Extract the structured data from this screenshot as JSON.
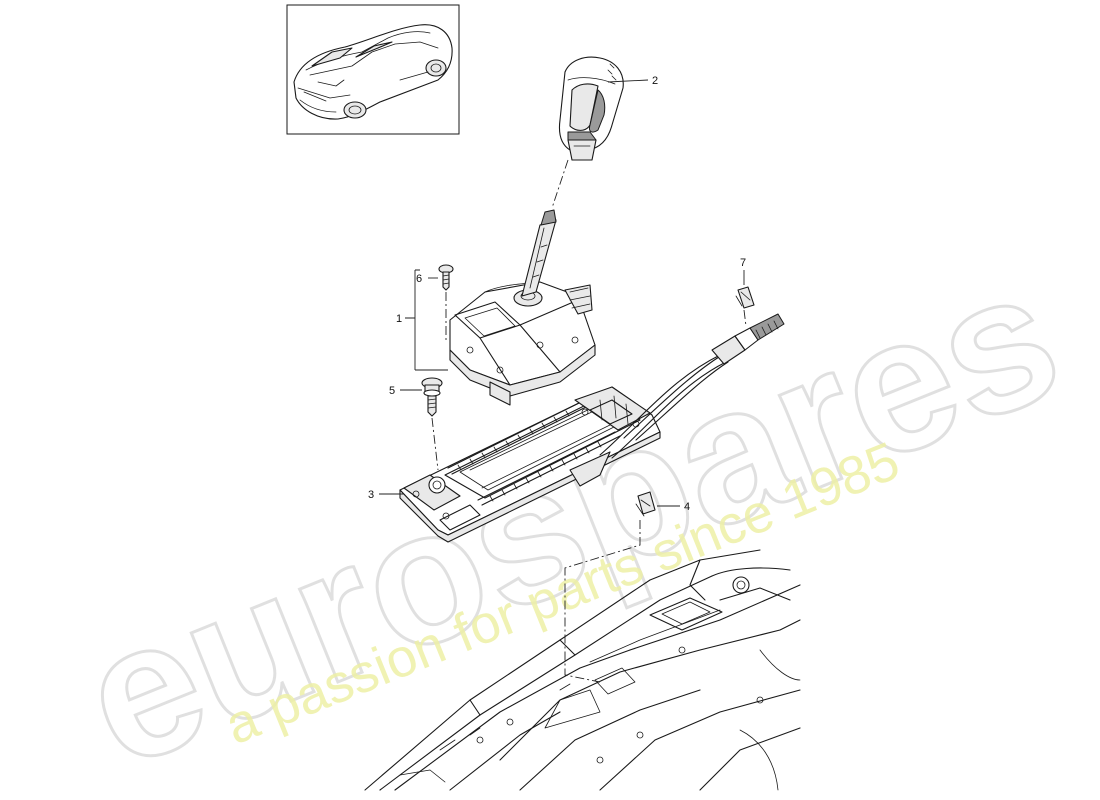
{
  "watermark": {
    "brand": "eurospares",
    "tagline": "a passion for parts since 1985"
  },
  "callouts": [
    {
      "number": "1"
    },
    {
      "number": "2"
    },
    {
      "number": "3"
    },
    {
      "number": "4"
    },
    {
      "number": "5"
    },
    {
      "number": "6"
    },
    {
      "number": "7"
    }
  ],
  "colors": {
    "line": "#1a1a1a",
    "watermark_grey": "#d6d6d6",
    "watermark_yellow": "#eef0a6"
  }
}
